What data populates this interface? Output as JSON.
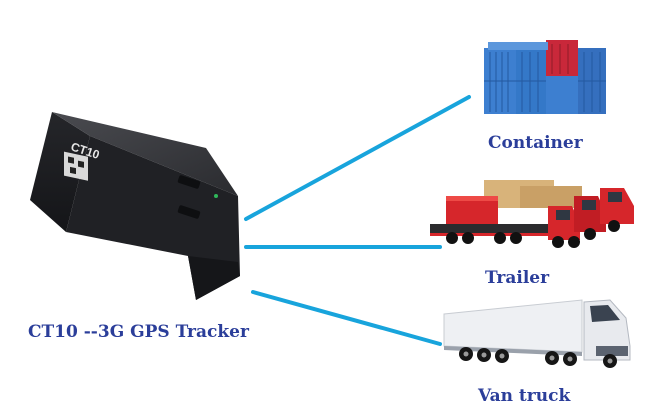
{
  "device": {
    "title": "CT10 --3G GPS Tracker",
    "casing_text": "CT10"
  },
  "targets": [
    {
      "id": "container",
      "label": "Container"
    },
    {
      "id": "trailer",
      "label": "Trailer"
    },
    {
      "id": "van",
      "label": "Van truck"
    }
  ],
  "colors": {
    "label": "#2b3e9a",
    "connector": "#18a4dc",
    "container_blue": "#3d7fd0",
    "container_red": "#c9283a",
    "truck_red": "#d6262b",
    "crate_tan": "#d8b37a",
    "van_box": "#eef0f3",
    "device_body": "#2e2f33"
  },
  "icons": {
    "device": "gps-tracker-device",
    "container": "shipping-container-icon",
    "trailer": "flatbed-trailer-icon",
    "van": "van-truck-icon"
  }
}
